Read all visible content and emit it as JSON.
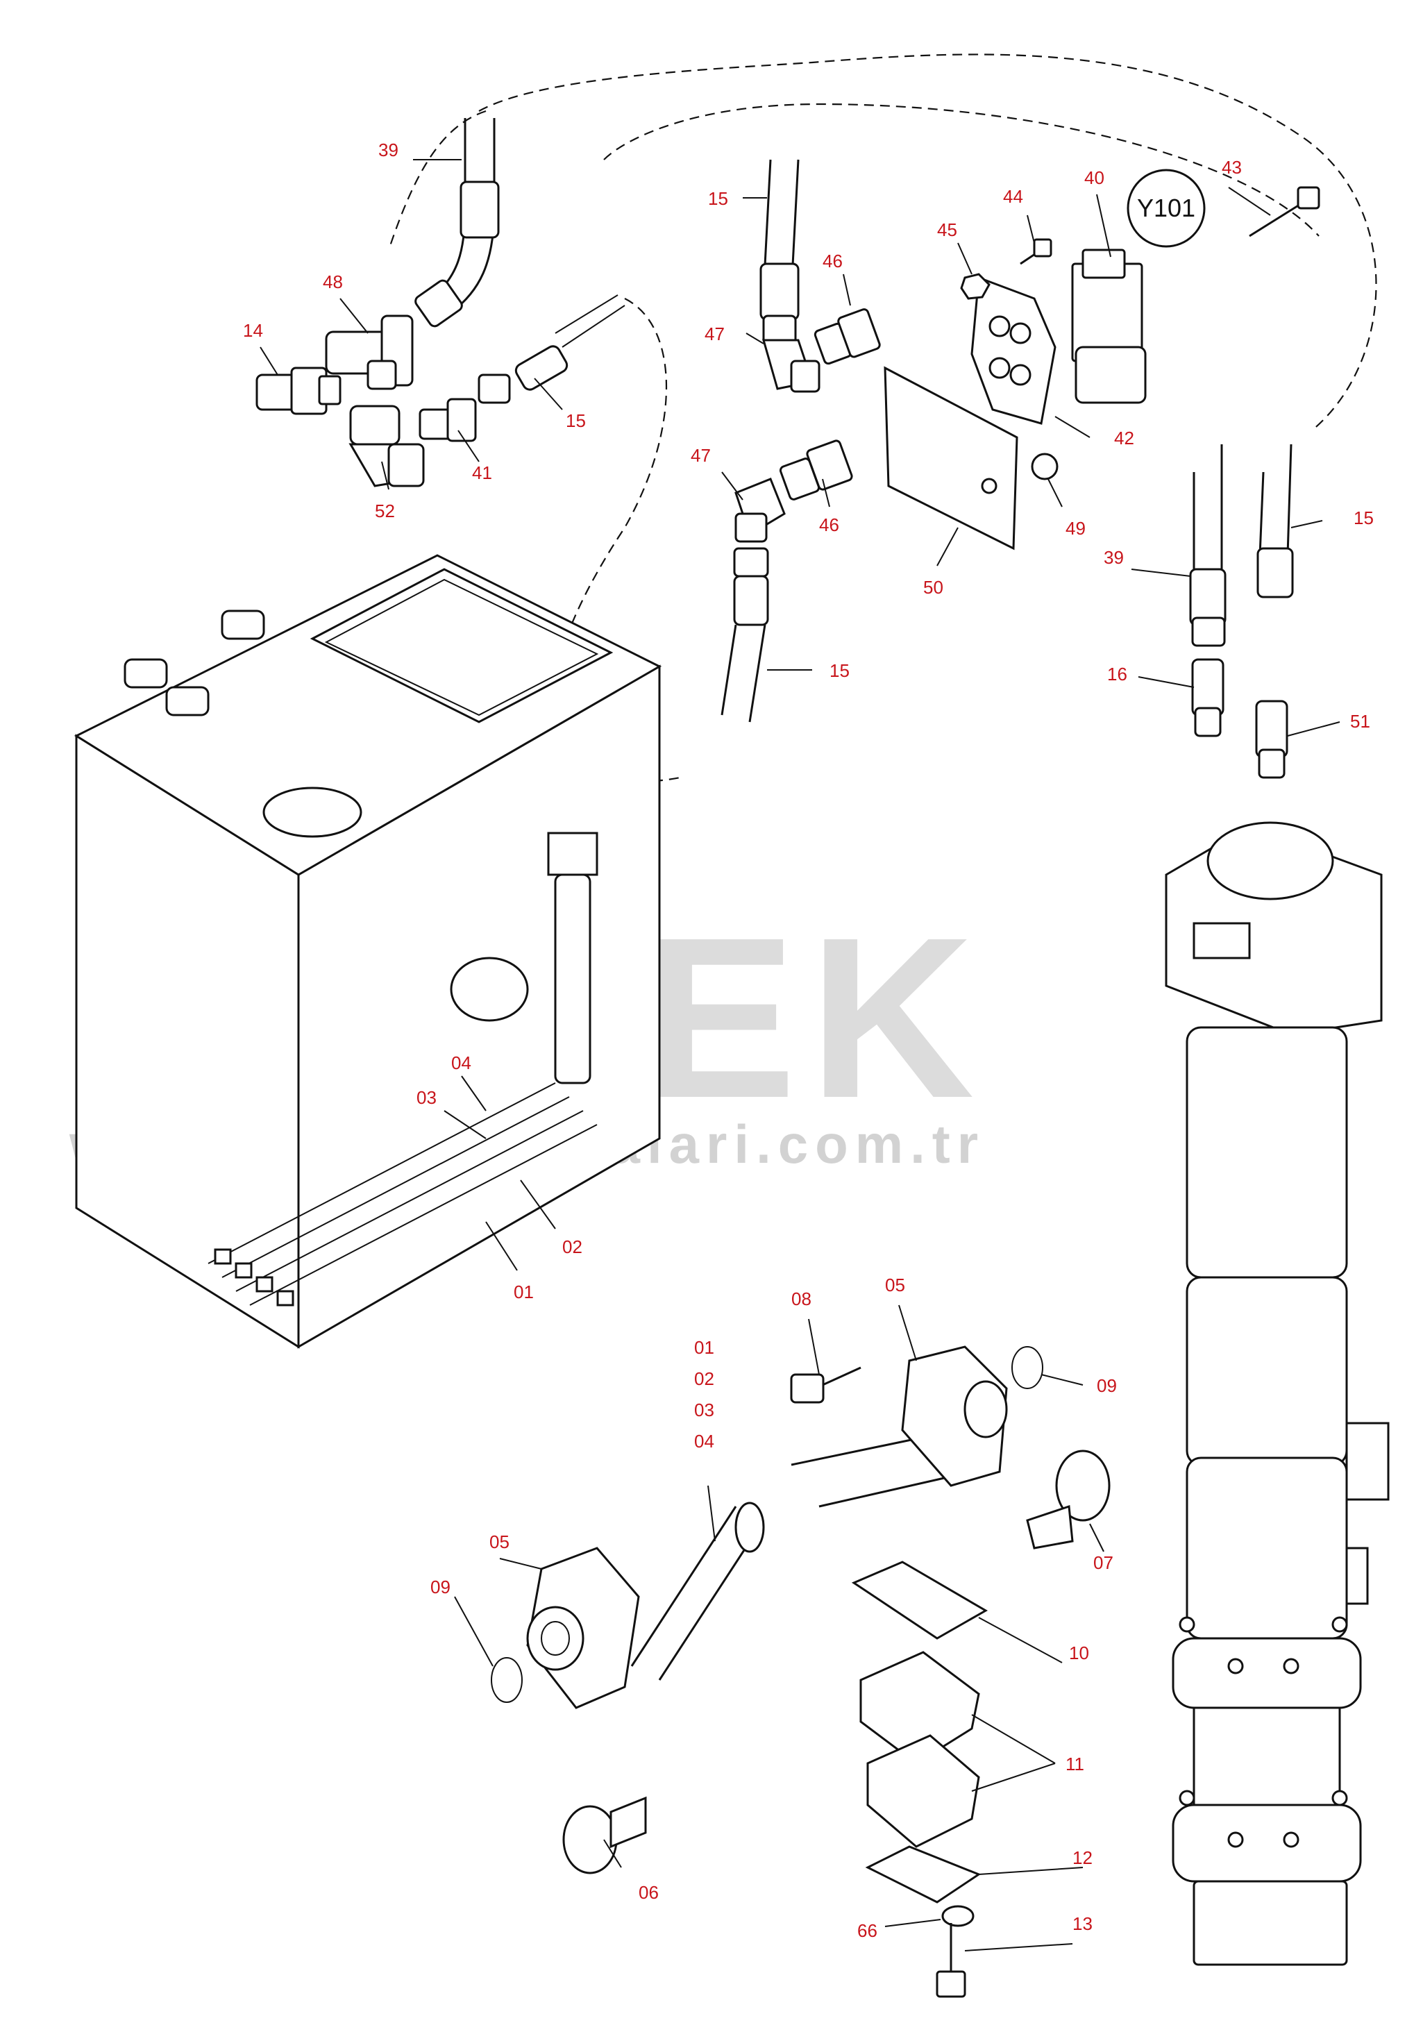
{
  "symbol_label": "Y101",
  "watermark": {
    "brand": "ÖRNEK",
    "url": "www.ornekmakinalari.com.tr",
    "accent_color": "#f3d27a"
  },
  "label_color": "#c8151b",
  "callouts": {
    "c39a": "39",
    "c48": "48",
    "c14": "14",
    "c52": "52",
    "c41": "41",
    "c15a": "15",
    "c15b": "15",
    "c47a": "47",
    "c46a": "46",
    "c45": "45",
    "c44": "44",
    "c40": "40",
    "c43": "43",
    "c42": "42",
    "c47b": "47",
    "c46b": "46",
    "c49": "49",
    "c50": "50",
    "c15c": "15",
    "c39b": "39",
    "c15d": "15",
    "c16": "16",
    "c51": "51",
    "c04a": "04",
    "c03a": "03",
    "c02a": "02",
    "c01a": "01",
    "c08": "08",
    "c05a": "05",
    "c09a": "09",
    "c07": "07",
    "c01b": "01",
    "c02b": "02",
    "c03b": "03",
    "c04b": "04",
    "c05b": "05",
    "c09b": "09",
    "c06": "06",
    "c10": "10",
    "c11": "11",
    "c12": "12",
    "c66": "66",
    "c13": "13"
  }
}
